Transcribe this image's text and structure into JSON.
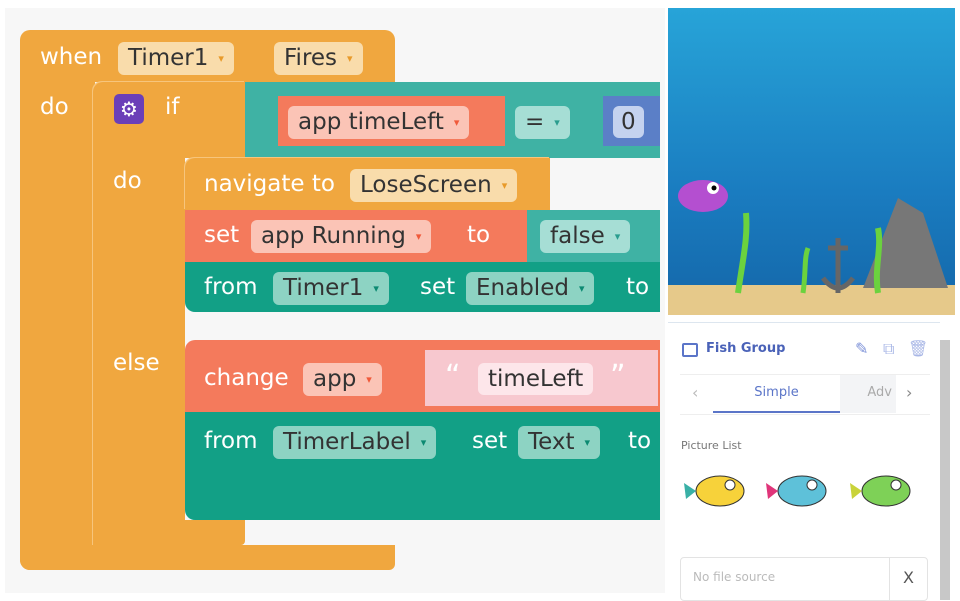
{
  "blocks": {
    "when": "when",
    "timer": "Timer1",
    "event": "Fires",
    "do": "do",
    "if": "if",
    "app_timeleft": "app timeLeft",
    "eq": "=",
    "zero": "0",
    "do2": "do",
    "navigate": "navigate to",
    "screen": "LoseScreen",
    "set": "set",
    "app_running": "app Running",
    "to": "to",
    "false": "false",
    "from": "from",
    "timer1": "Timer1",
    "set2": "set",
    "enabled": "Enabled",
    "to2": "to",
    "else": "else",
    "change": "change",
    "app": "app",
    "quote_open": "“",
    "timeleft_str": "timeLeft",
    "quote_close": "”",
    "from2": "from",
    "timerlabel": "TimerLabel",
    "set3": "set",
    "text": "Text",
    "to3": "to",
    "dropdown_arrow": "▾"
  },
  "colors": {
    "event": "#f0a73f",
    "logic": "#3fb2a4",
    "variable": "#f47a5c",
    "component": "#12a086",
    "math": "#5b7fc7",
    "mutator": "#6b3fb8"
  },
  "panel": {
    "title": "Fish Group",
    "tabs": [
      "Simple",
      "Adv"
    ],
    "active_tab": "Simple",
    "section": "Picture List",
    "file_placeholder": "No file source",
    "clear": "X",
    "prev": "‹",
    "next": "›"
  }
}
